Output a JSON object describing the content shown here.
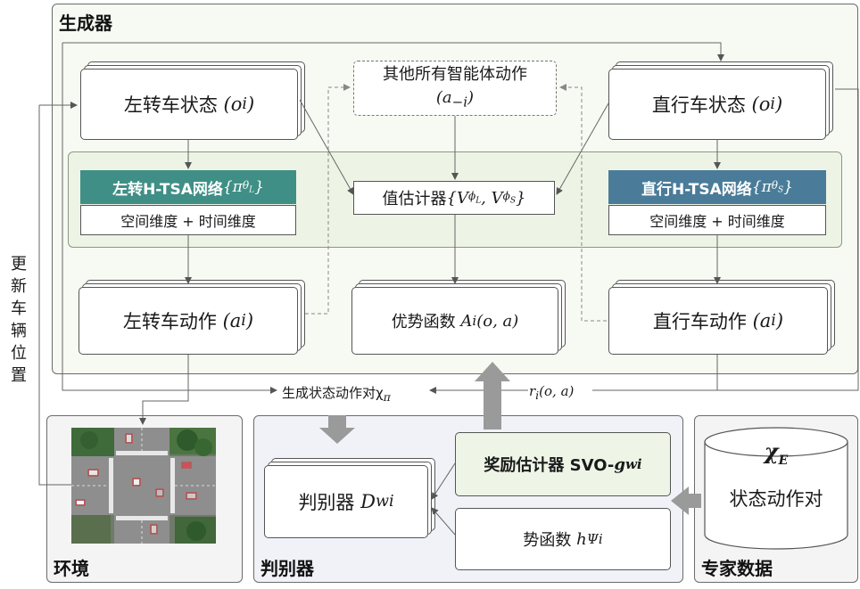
{
  "panels": {
    "generator": "生成器",
    "environment": "环境",
    "discriminator_panel": "判别器",
    "expert_panel": "专家数据"
  },
  "side_label": "更新车辆位置",
  "generator": {
    "left_state": {
      "text": "左转车状态",
      "math": "(o",
      "sub": "i",
      "close": ")"
    },
    "right_state": {
      "text": "直行车状态",
      "math": "(o",
      "sub": "i",
      "close": ")"
    },
    "other_agents": {
      "line1": "其他所有智能体动作",
      "math": "(a",
      "sub": "−i",
      "close": ")"
    },
    "left_tsa": {
      "text": "左转H-TSA网络",
      "math": "{π",
      "sub": "θ",
      "subsub": "L",
      "close": "}"
    },
    "right_tsa": {
      "text": "直行H-TSA网络",
      "math": "{π",
      "sub": "θ",
      "subsub": "S",
      "close": "}"
    },
    "left_dims": "空间维度 + 时间维度",
    "right_dims": "空间维度 + 时间维度",
    "value_estimator": {
      "text": "值估计器",
      "math": "{V"
    },
    "left_action": {
      "text": "左转车动作",
      "math": "(a",
      "sub": "i",
      "close": ")"
    },
    "right_action": {
      "text": "直行车动作",
      "math": "(a",
      "sub": "i",
      "close": ")"
    },
    "advantage": {
      "text": "优势函数",
      "math": "A",
      "sub": "i",
      "args": "(o, a)"
    }
  },
  "flow": {
    "pairs_label": "生成状态动作对χ",
    "pairs_sub": "π",
    "reward_label": "r",
    "reward_sub": "i",
    "reward_args": "(o, a)"
  },
  "discriminator": {
    "disc_box": {
      "text": "判别器",
      "math": "D",
      "sub": "wi"
    },
    "reward_estimator": {
      "text": "奖励估计器 SVO-",
      "math": "g",
      "sub": "wi"
    },
    "potential": {
      "text": "势函数",
      "math": "h",
      "sub": "Ψi"
    }
  },
  "expert": {
    "symbol": "χ",
    "symbol_sub": "E",
    "text": "状态动作对"
  },
  "colors": {
    "left_tsa_bg": "#3f8f86",
    "right_tsa_bg": "#4a7c99",
    "green_panel": "#eef5e7",
    "arrow_gray": "#9a9a9a"
  }
}
